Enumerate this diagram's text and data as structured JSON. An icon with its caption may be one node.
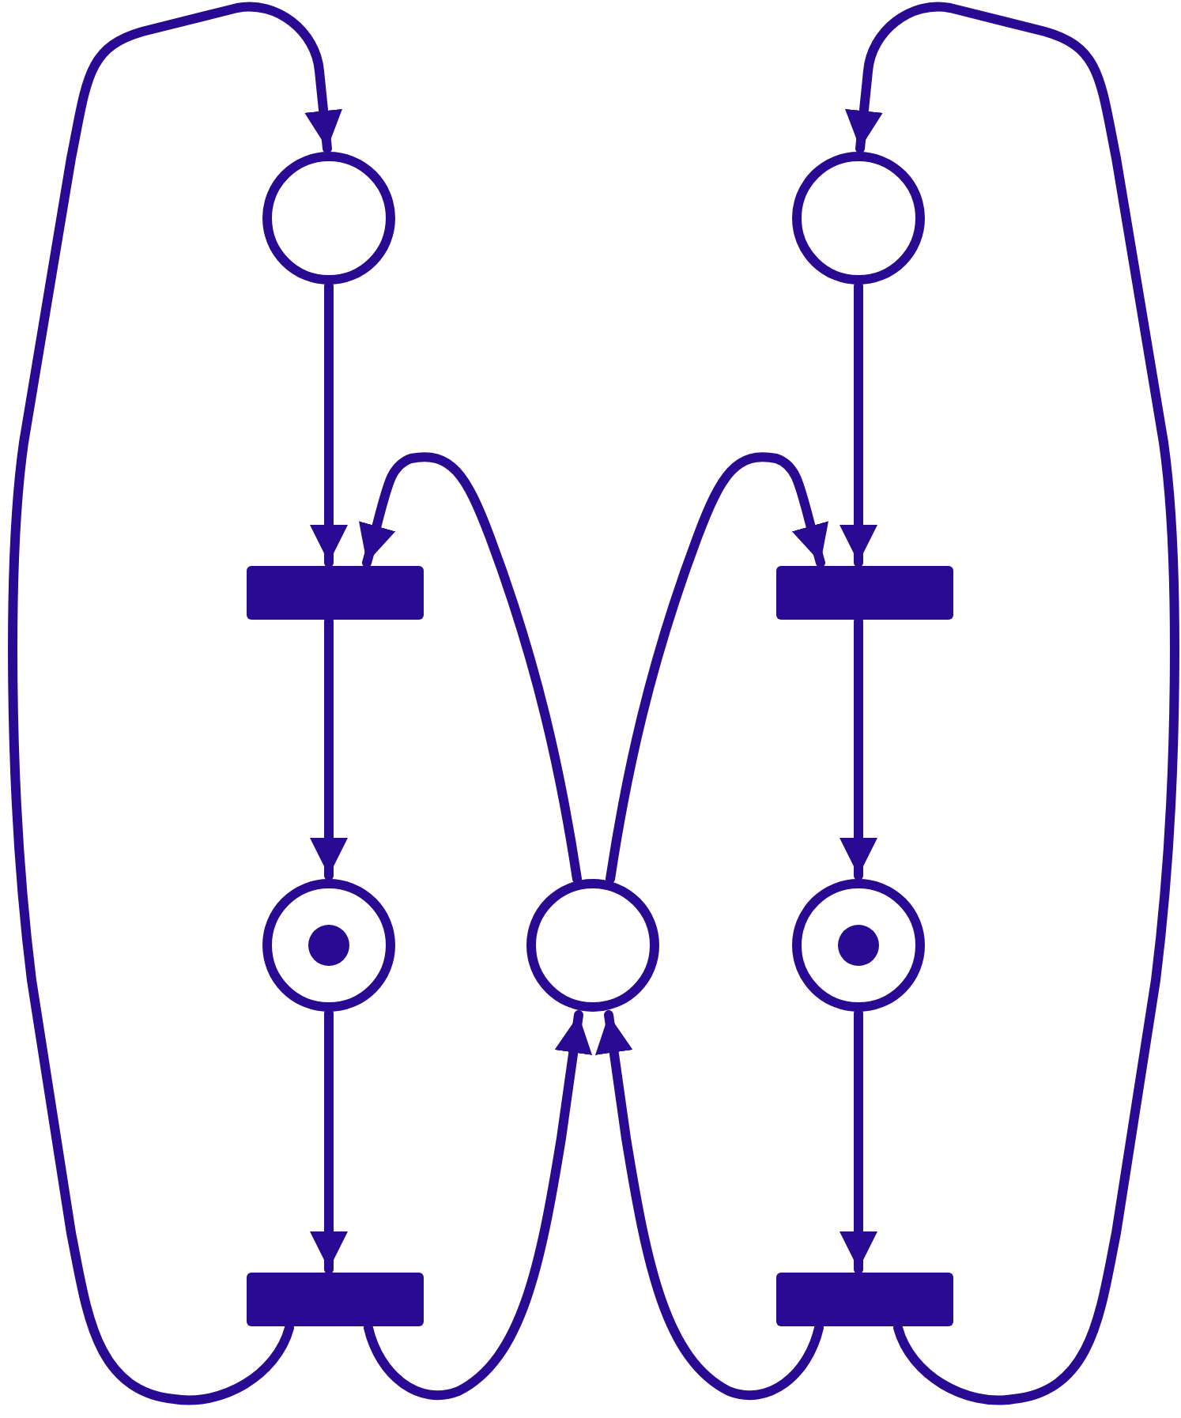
{
  "diagram": {
    "nodes": [
      {
        "text": [],
        "shape": "circle"
      },
      {
        "text": [],
        "shape": "circle"
      },
      {
        "text": [],
        "shape": "bar"
      },
      {
        "text": [],
        "shape": "bar"
      },
      {
        "text": [],
        "shape": "circle"
      },
      {
        "text": [],
        "shape": "circle"
      },
      {
        "text": [],
        "shape": "circle"
      },
      {
        "text": [],
        "shape": "bar"
      },
      {
        "text": [],
        "shape": "bar"
      }
    ],
    "edges": [
      {
        "from": 0,
        "to": 2,
        "arrow": "to"
      },
      {
        "from": 2,
        "to": 4,
        "arrow": "to"
      },
      {
        "from": 4,
        "to": 7,
        "arrow": "to"
      },
      {
        "from": 7,
        "to": 0,
        "arrow": "to"
      },
      {
        "from": 7,
        "to": 5,
        "arrow": "to"
      },
      {
        "from": 5,
        "to": 2,
        "arrow": "to"
      },
      {
        "from": 1,
        "to": 3,
        "arrow": "to"
      },
      {
        "from": 3,
        "to": 6,
        "arrow": "to"
      },
      {
        "from": 6,
        "to": 8,
        "arrow": "to"
      },
      {
        "from": 8,
        "to": 1,
        "arrow": "to"
      },
      {
        "from": 8,
        "to": 5,
        "arrow": "to"
      },
      {
        "from": 5,
        "to": 3,
        "arrow": "to"
      }
    ]
  }
}
